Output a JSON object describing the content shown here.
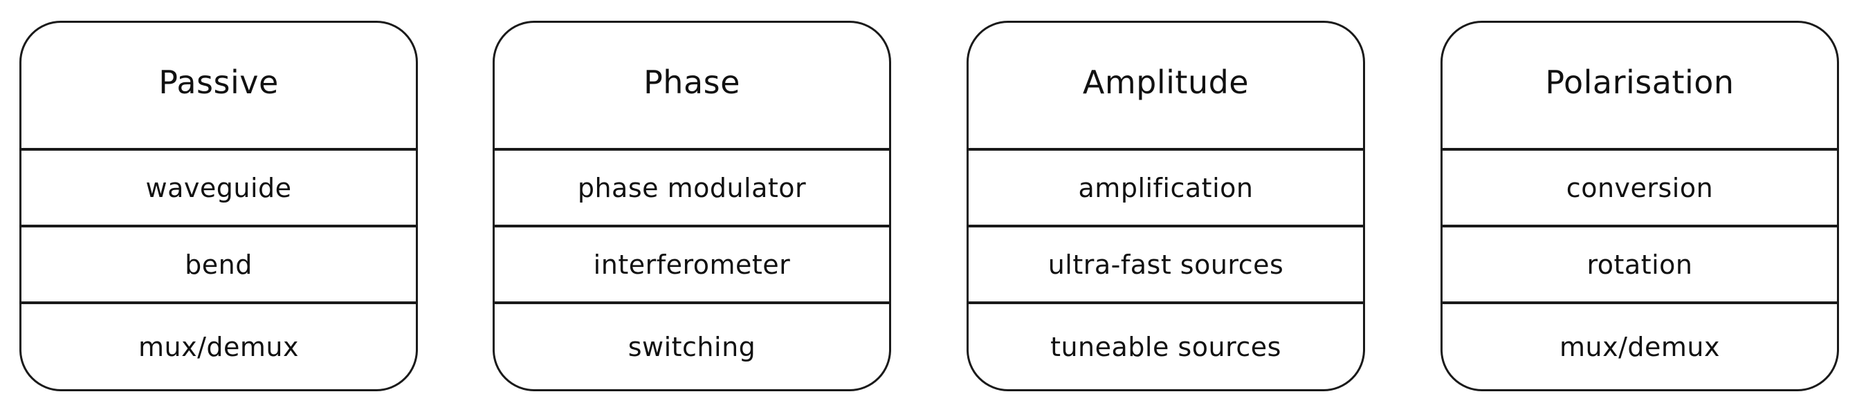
{
  "cards": [
    {
      "title": "Passive",
      "items": [
        "waveguide",
        "bend",
        "mux/demux"
      ]
    },
    {
      "title": "Phase",
      "items": [
        "phase modulator",
        "interferometer",
        "switching"
      ]
    },
    {
      "title": "Amplitude",
      "items": [
        "amplification",
        "ultra-fast sources",
        "tuneable sources"
      ]
    },
    {
      "title": "Polarisation",
      "items": [
        "conversion",
        "rotation",
        "mux/demux"
      ]
    }
  ]
}
